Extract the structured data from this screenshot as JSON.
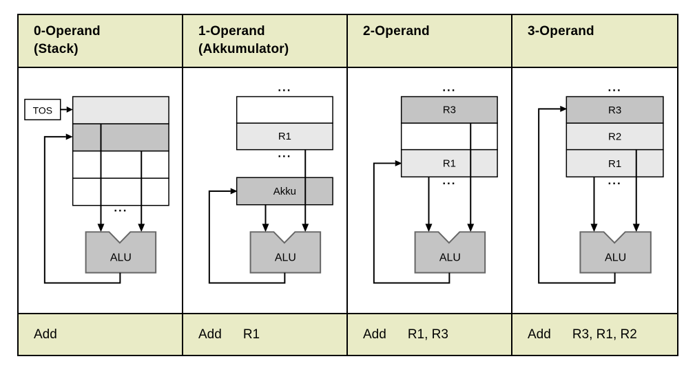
{
  "colors": {
    "band_bg": "#e9ebc6",
    "cell_light": "#e8e8e8",
    "cell_mid": "#c4c4c4",
    "cell_white": "#ffffff",
    "alu_fill": "#c4c4c4",
    "alu_stroke": "#666666",
    "line": "#000000"
  },
  "columns": [
    {
      "header_line1": "0-Operand",
      "header_line2": "(Stack)",
      "mnemonic": "Add",
      "operands": "",
      "tos_label": "TOS"
    },
    {
      "header_line1": "1-Operand",
      "header_line2": "(Akkumulator)",
      "mnemonic": "Add",
      "operands": "R1",
      "registers": [
        "R1"
      ],
      "accumulator": "Akku"
    },
    {
      "header_line1": "2-Operand",
      "header_line2": "",
      "mnemonic": "Add",
      "operands": "R1, R3",
      "registers": [
        "R3",
        "R1"
      ]
    },
    {
      "header_line1": "3-Operand",
      "header_line2": "",
      "mnemonic": "Add",
      "operands": "R3, R1, R2",
      "registers": [
        "R3",
        "R2",
        "R1"
      ]
    }
  ],
  "diagram": {
    "alu": "ALU",
    "ellipsis": "..."
  }
}
